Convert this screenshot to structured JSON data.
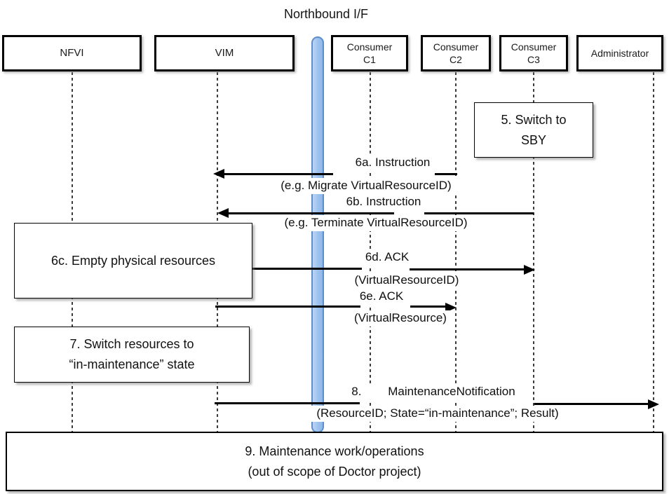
{
  "title": "Northbound I/F",
  "actors": {
    "nfvi": {
      "label": "NFVI"
    },
    "vim": {
      "label": "VIM"
    },
    "c1": {
      "line1": "Consumer",
      "line2": "C1"
    },
    "c2": {
      "line1": "Consumer",
      "line2": "C2"
    },
    "c3": {
      "line1": "Consumer",
      "line2": "C3"
    },
    "admin": {
      "label": "Administrator"
    }
  },
  "boxes": {
    "switch_sby": {
      "line1": "5. Switch to",
      "line2": "SBY"
    },
    "empty_resources": {
      "label": "6c. Empty physical resources"
    },
    "switch_maintenance": {
      "line1": "7. Switch resources to",
      "line2": "“in-maintenance” state"
    },
    "maintenance_work": {
      "line1": "9. Maintenance work/operations",
      "line2": "(out of scope of Doctor project)"
    }
  },
  "messages": {
    "m6a": {
      "title": "6a. Instruction",
      "detail": "(e.g. Migrate VirtualResourceID)"
    },
    "m6b": {
      "title": "6b. Instruction",
      "detail": "(e.g. Terminate VirtualResourceID)"
    },
    "m6d": {
      "title": "6d. ACK",
      "detail": "(VirtualResourceID)"
    },
    "m6e": {
      "title": "6e. ACK",
      "detail": "(VirtualResource)"
    },
    "m8": {
      "title": "8.        MaintenanceNotification",
      "detail": "(ResourceID; State=“in-maintenance”; Result)"
    }
  },
  "colors": {
    "bar_fill": "#9CC1EE",
    "bar_border": "#5E8DCC",
    "arrow": "#000000",
    "lifeline": "#3C3C3C"
  }
}
